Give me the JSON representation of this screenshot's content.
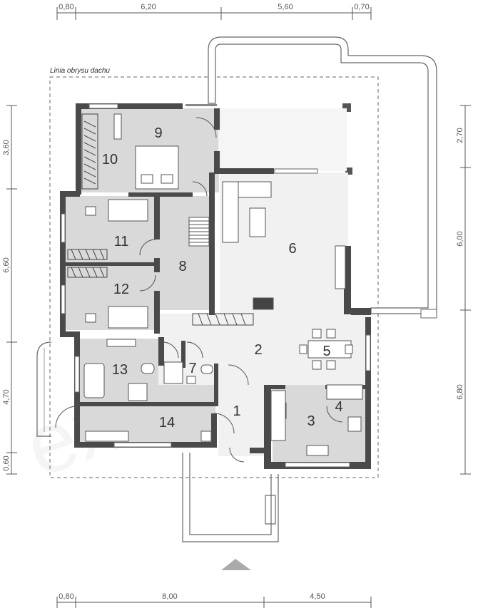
{
  "top_dimensions": [
    "0,80",
    "6,20",
    "5,60",
    "0,70"
  ],
  "bottom_dimensions": [
    "0,80",
    "8,00",
    "4,50"
  ],
  "left_dimensions": [
    "3,60",
    "6,60",
    "4,70",
    "0,60"
  ],
  "right_dimensions": [
    "2,70",
    "6,00",
    "6,80"
  ],
  "roof_outline_label": "Linia obrysu dachu",
  "rooms": [
    "1",
    "2",
    "3",
    "4",
    "5",
    "6",
    "7",
    "8",
    "9",
    "10",
    "11",
    "12",
    "13",
    "14"
  ],
  "colors": {
    "wall": "#4a4a4a",
    "room_fill": "#d9d9d9",
    "living_fill": "#f1f1f1",
    "line": "#777777"
  }
}
